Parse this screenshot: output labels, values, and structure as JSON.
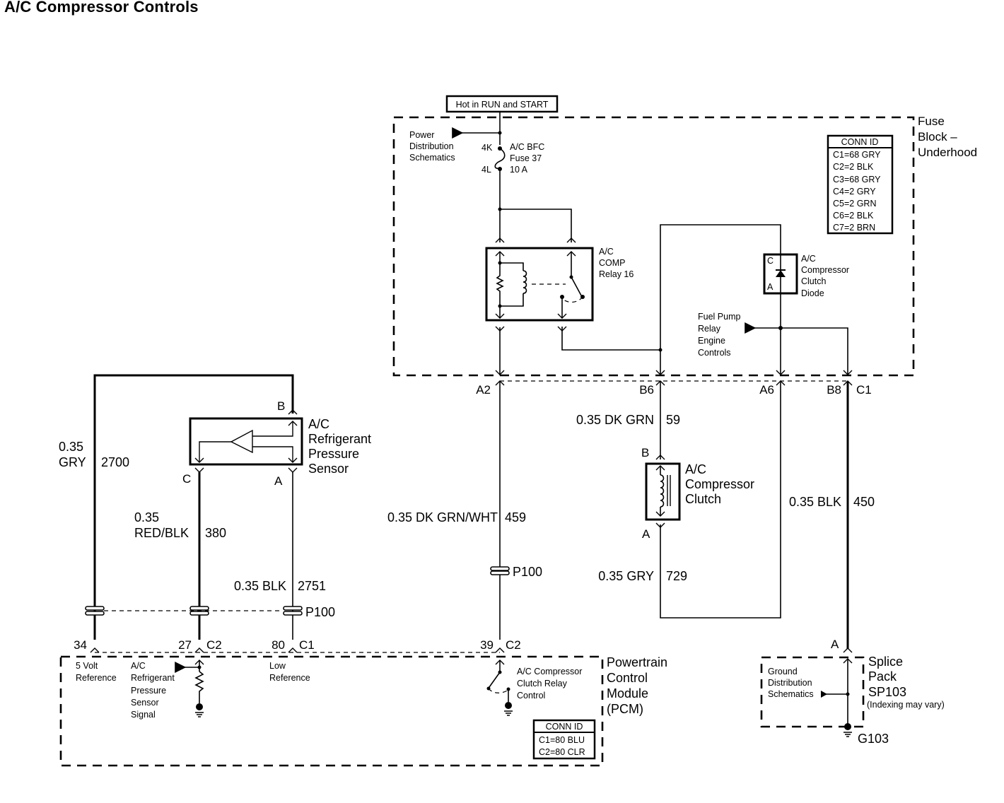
{
  "title": "A/C Compressor Controls",
  "fuse_block": {
    "supply_label": "Hot in RUN and START",
    "name_lines": [
      "Fuse",
      "Block –",
      "Underhood"
    ],
    "power_distribution_lines": [
      "Power",
      "Distribution",
      "Schematics"
    ],
    "fuse_terminal_top": "4K",
    "fuse_terminal_bottom": "4L",
    "fuse_lines": [
      "A/C BFC",
      "Fuse 37",
      "10 A"
    ],
    "relay_lines": [
      "A/C",
      "COMP",
      "Relay 16"
    ],
    "diode_lines": [
      "A/C",
      "Compressor",
      "Clutch",
      "Diode"
    ],
    "diode_pin_top": "C",
    "diode_pin_bottom": "A",
    "fuel_pump_lines": [
      "Fuel Pump",
      "Relay",
      "Engine",
      "Controls"
    ],
    "conn_id": {
      "header": "CONN ID",
      "rows": [
        "C1=68 GRY",
        "C2=2 BLK",
        "C3=68 GRY",
        "C4=2 GRY",
        "C5=2 GRN",
        "C6=2 BLK",
        "C7=2 BRN"
      ]
    },
    "pins": {
      "a2": "A2",
      "b6": "B6",
      "a6": "A6",
      "b8": "B8",
      "c1": "C1"
    }
  },
  "wires": {
    "w2700": {
      "gauge_color": [
        "0.35",
        "GRY"
      ],
      "circuit": "2700"
    },
    "w380": {
      "gauge_color": [
        "0.35",
        "RED/BLK"
      ],
      "circuit": "380"
    },
    "w2751": {
      "gauge_color": "0.35 BLK",
      "circuit": "2751"
    },
    "w459": {
      "gauge_color": "0.35 DK GRN/WHT",
      "circuit": "459"
    },
    "w59": {
      "gauge_color": "0.35 DK GRN",
      "circuit": "59"
    },
    "w729": {
      "gauge_color": "0.35 GRY",
      "circuit": "729"
    },
    "w450": {
      "gauge_color": "0.35 BLK",
      "circuit": "450"
    }
  },
  "pressure_sensor": {
    "name_lines": [
      "A/C",
      "Refrigerant",
      "Pressure",
      "Sensor"
    ],
    "pins": {
      "b": "B",
      "c": "C",
      "a": "A"
    }
  },
  "clutch": {
    "name_lines": [
      "A/C",
      "Compressor",
      "Clutch"
    ],
    "pins": {
      "b": "B",
      "a": "A"
    }
  },
  "inline_connector": "P100",
  "pcm": {
    "name_lines": [
      "Powertrain",
      "Control",
      "Module",
      "(PCM)"
    ],
    "pins": [
      {
        "num": "34",
        "conn": ""
      },
      {
        "num": "27",
        "conn": "C2"
      },
      {
        "num": "80",
        "conn": "C1"
      },
      {
        "num": "39",
        "conn": "C2"
      }
    ],
    "five_volt_lines": [
      "5 Volt",
      "Reference"
    ],
    "signal_lines": [
      "A/C",
      "Refrigerant",
      "Pressure",
      "Sensor",
      "Signal"
    ],
    "low_ref_lines": [
      "Low",
      "Reference"
    ],
    "relay_control_lines": [
      "A/C Compressor",
      "Clutch Relay",
      "Control"
    ],
    "conn_id": {
      "header": "CONN ID",
      "rows": [
        "C1=80 BLU",
        "C2=80 CLR"
      ]
    }
  },
  "splice": {
    "pin": "A",
    "name_lines": [
      "Splice",
      "Pack",
      "SP103"
    ],
    "note": "(Indexing may vary)",
    "ground_dist_lines": [
      "Ground",
      "Distribution",
      "Schematics"
    ],
    "ground": "G103"
  }
}
